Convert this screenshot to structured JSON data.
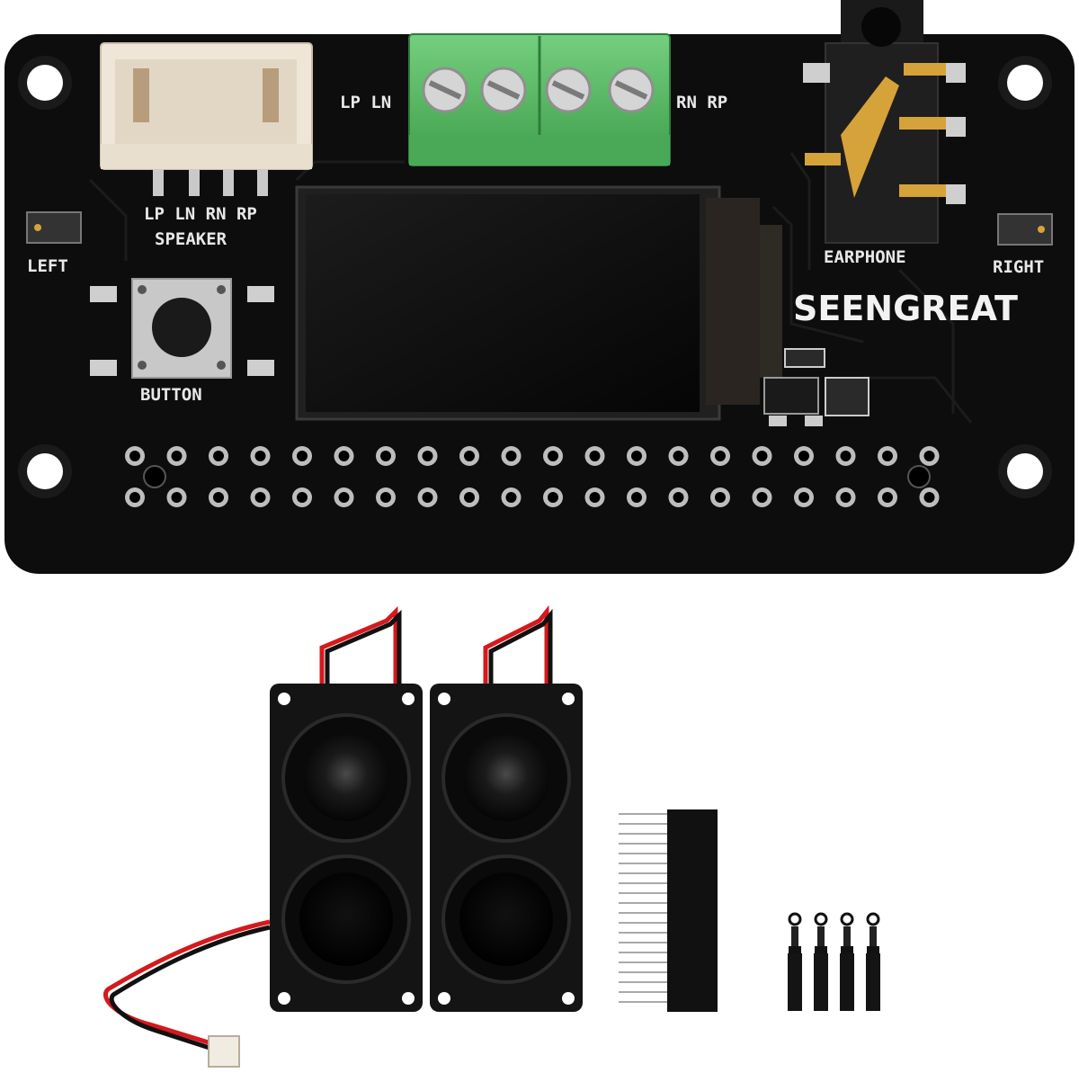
{
  "board": {
    "brand": "SEENGREAT",
    "terminal_left": "LP LN",
    "terminal_right": "RN RP",
    "speaker_pins": "LP LN RN RP",
    "speaker_label": "SPEAKER",
    "left_label": "LEFT",
    "right_label": "RIGHT",
    "button_label": "BUTTON",
    "earphone_label": "EARPHONE"
  },
  "colors": {
    "pcb": "#0d0d0d",
    "terminal_block": "#5fbf6a",
    "connector": "#efe6d8",
    "speaker": "#141414",
    "wire_red": "#d6191c",
    "gold": "#d6a23a"
  },
  "icons": [
    "speaker-connector",
    "screw-terminal",
    "audio-jack",
    "lcd-display",
    "tactile-button",
    "gpio-header",
    "speaker",
    "pin-header",
    "standoff"
  ]
}
